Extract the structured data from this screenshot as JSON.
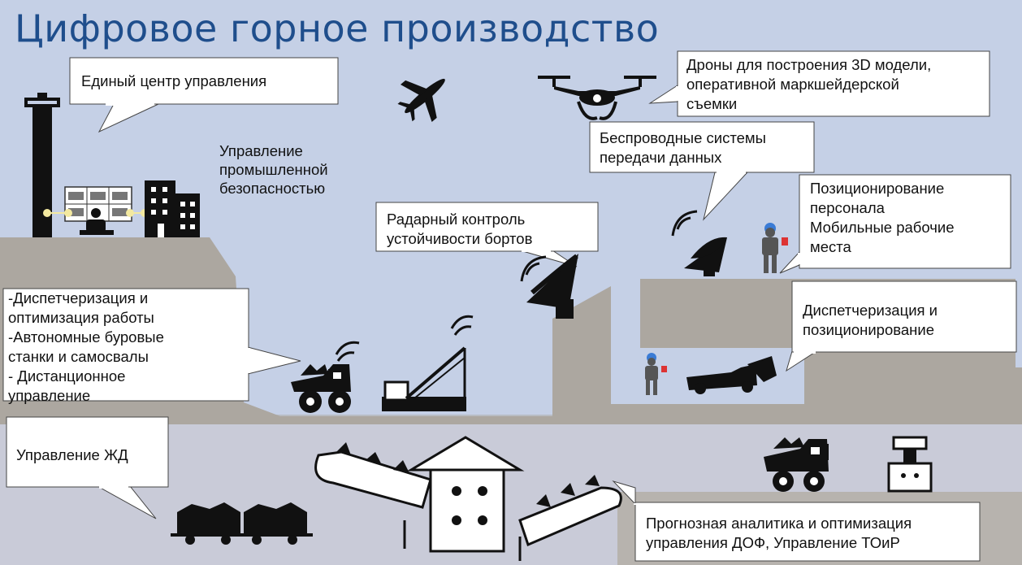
{
  "title": "Цифровое горное производство",
  "labels": {
    "control_center": "Единый центр управления",
    "industrial_safety": "Управление\nпромышленной\nбезопасностью",
    "drones": "Дроны для построения 3D модели,\nоперативной маркшейдерской\nсъемки",
    "wireless": "Беспроводные  системы\nпередачи данных",
    "personnel": "Позиционирование\nперсонала\nМобильные рабочие\nместа",
    "radar": "Радарный контроль\nустойчивости бортов",
    "dispatch_left": "-Диспетчеризация и\nоптимизация работы\n-Автономные буровые\nстанки и самосвалы\n- Дистанционное\nуправление",
    "dispatch_right": "Диспетчеризация и\nпозиционирование",
    "railway": "Управление ЖД",
    "analytics": "Прогнозная аналитика и оптимизация\nуправления ДОФ, Управление ТОиР"
  },
  "icons": [
    "control-tower-icon",
    "monitor-wall-icon",
    "operator-icon",
    "office-building-icon",
    "airplane-icon",
    "drone-icon",
    "satellite-dish-icon",
    "worker-icon",
    "radar-dish-icon",
    "dump-truck-icon",
    "drill-rig-icon",
    "loader-icon",
    "rail-wagon-icon",
    "processing-plant-icon",
    "conveyor-icon",
    "maintenance-icon"
  ],
  "colors": {
    "background": "#c5d0e6",
    "ground": "#aca7a0",
    "title": "#1f4e8c",
    "icon": "#111111"
  }
}
